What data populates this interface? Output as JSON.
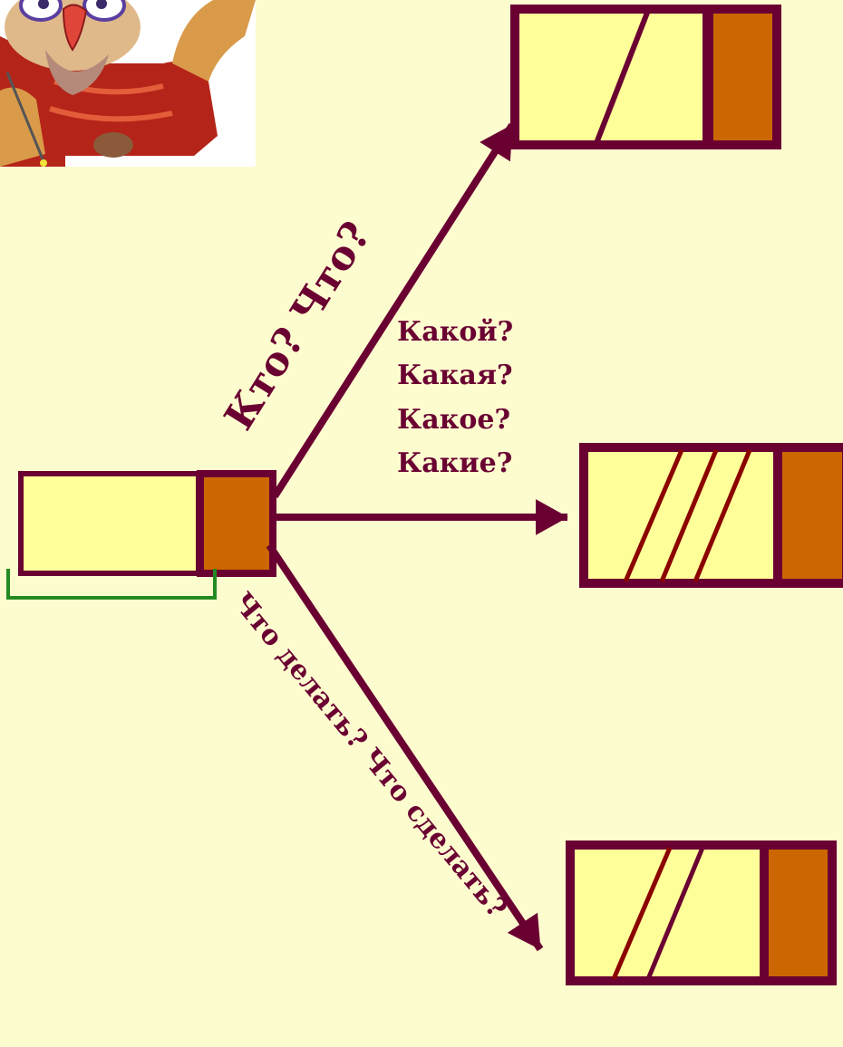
{
  "colors": {
    "background": "#fdfccf",
    "word_fill": "#ffff99",
    "ending_fill": "#cc6600",
    "outline": "#6a0032",
    "stroke_accent": "#8b0000",
    "bracket": "#228b22"
  },
  "questions": {
    "noun": "Кто? Что?",
    "adjective": [
      "Какой?",
      "Какая?",
      "Какое?",
      "Какие?"
    ],
    "verb": "Что делать? Что сделать?"
  },
  "icons": {
    "mascot": "owl-writing-icon"
  }
}
